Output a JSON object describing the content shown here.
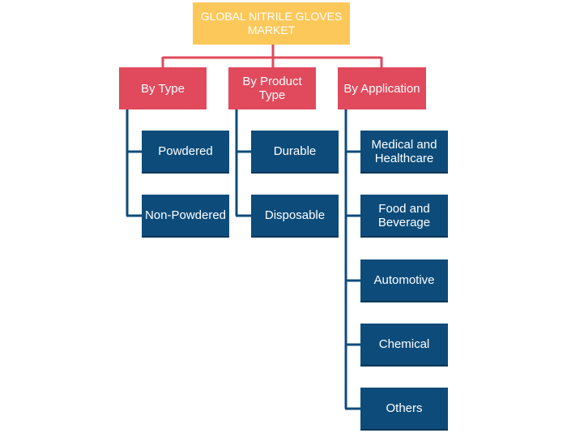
{
  "colors": {
    "root": "#fcc85a",
    "category": "#e04a5c",
    "leaf": "#0d4c7a",
    "connector_top": "#e04a5c",
    "connector_branch": "#0d4c7a"
  },
  "root": {
    "label": "GLOBAL NITRILE GLOVES\nMARKET"
  },
  "categories": [
    {
      "label": "By Type",
      "items": [
        "Powdered",
        "Non-Powdered"
      ]
    },
    {
      "label": "By Product\nType",
      "items": [
        "Durable",
        "Disposable"
      ]
    },
    {
      "label": "By Application",
      "items": [
        "Medical and\nHealthcare",
        "Food and\nBeverage",
        "Automotive",
        "Chemical",
        "Others"
      ]
    }
  ]
}
